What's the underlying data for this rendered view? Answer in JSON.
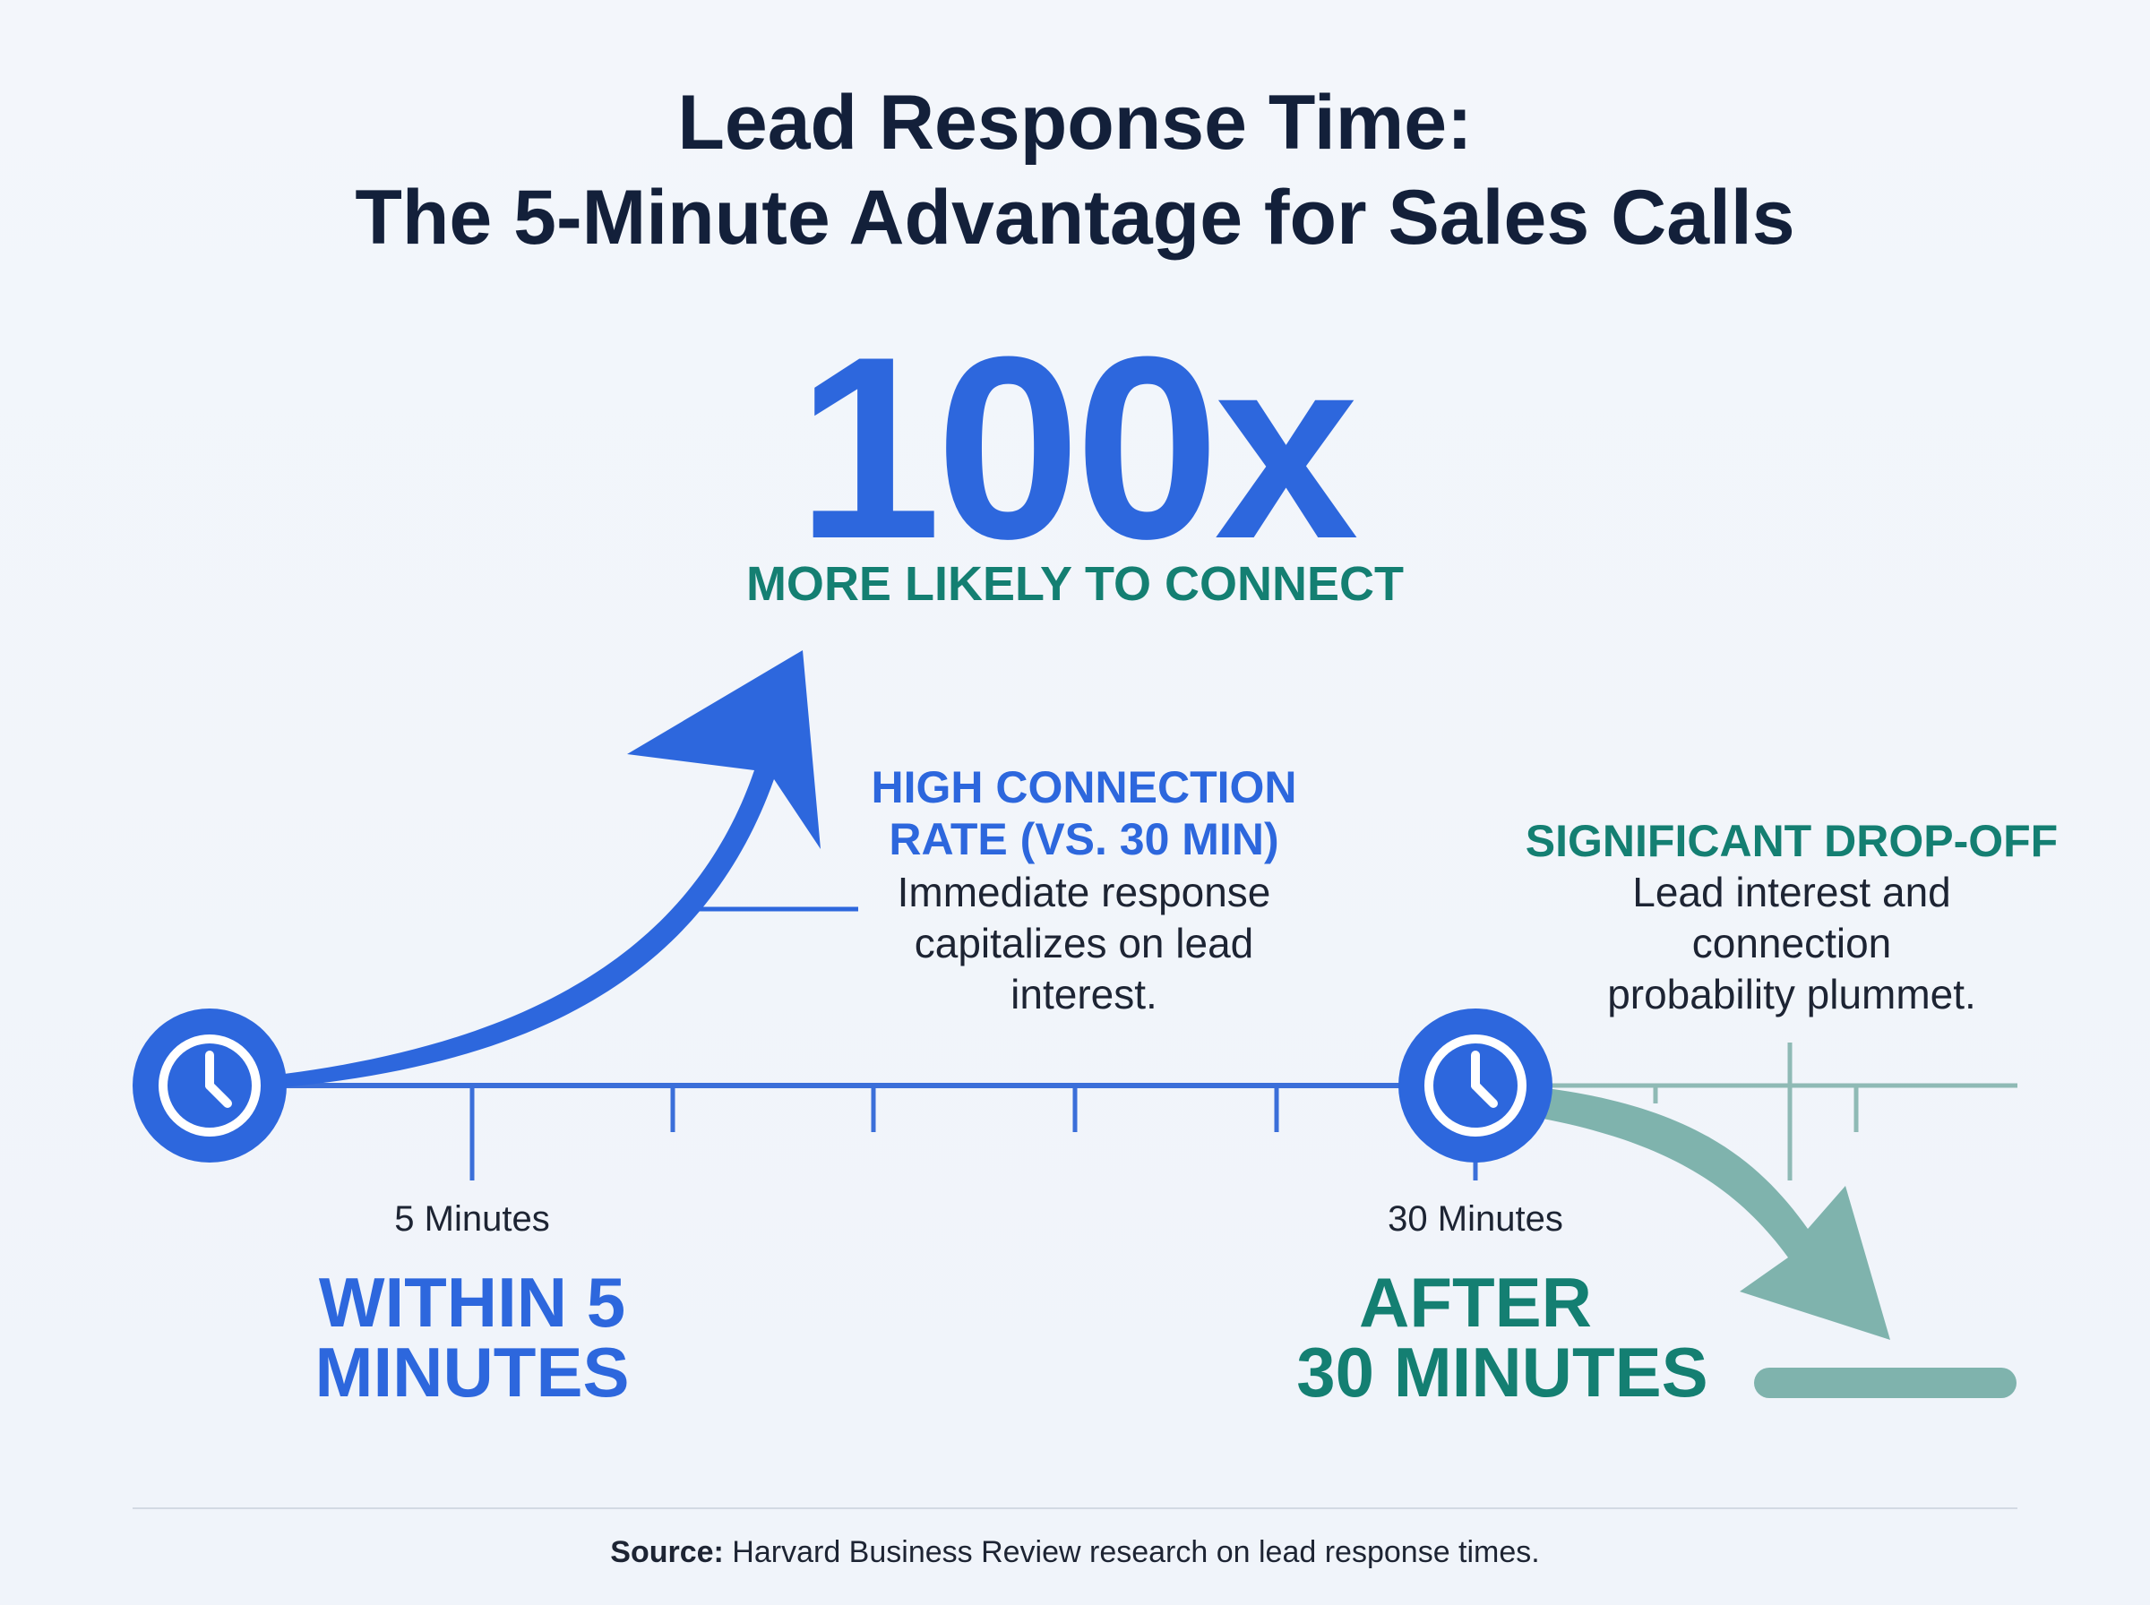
{
  "title": {
    "line1": "Lead Response Time:",
    "line2": "The 5-Minute Advantage for Sales Calls"
  },
  "headline_stat": {
    "value": "100x",
    "caption": "MORE LIKELY TO CONNECT"
  },
  "callout_high": {
    "heading_line1": "HIGH CONNECTION",
    "heading_line2": "RATE (VS. 30 MIN)",
    "body_line1": "Immediate response",
    "body_line2": "capitalizes on lead",
    "body_line3": "interest."
  },
  "callout_drop": {
    "heading": "SIGNIFICANT DROP-OFF",
    "body_line1": "Lead interest and",
    "body_line2": "connection",
    "body_line3": "probability plummet."
  },
  "timeline": {
    "tick_5": "5 Minutes",
    "tick_30": "30 Minutes",
    "start_icon": "clock-icon",
    "end_icon": "clock-icon"
  },
  "phases": {
    "within_line1": "WITHIN 5",
    "within_line2": "MINUTES",
    "after_line1": "AFTER",
    "after_line2": "30 MINUTES"
  },
  "source": {
    "label": "Source:",
    "text": " Harvard Business Review research on lead response times."
  },
  "colors": {
    "blue": "#2d67dd",
    "teal": "#147f72",
    "teal_light": "#7fb3ad",
    "navy": "#13203a",
    "background": "#f1f5fb"
  }
}
